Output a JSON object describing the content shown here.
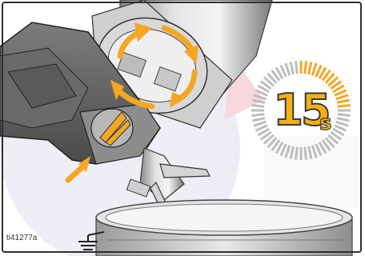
{
  "figure": {
    "id": "ti41277a",
    "timer_value": "15",
    "timer_unit": "s",
    "timer_progress": 0.25
  },
  "colors": {
    "accent_orange": "#f5a623",
    "timer_gray": "#bdbdbd",
    "outline": "#2f2f2f"
  },
  "icons": [
    "rotate-arrows-icon",
    "timer-dial-icon",
    "pointer-arrow-icon",
    "ground-symbol-icon"
  ]
}
